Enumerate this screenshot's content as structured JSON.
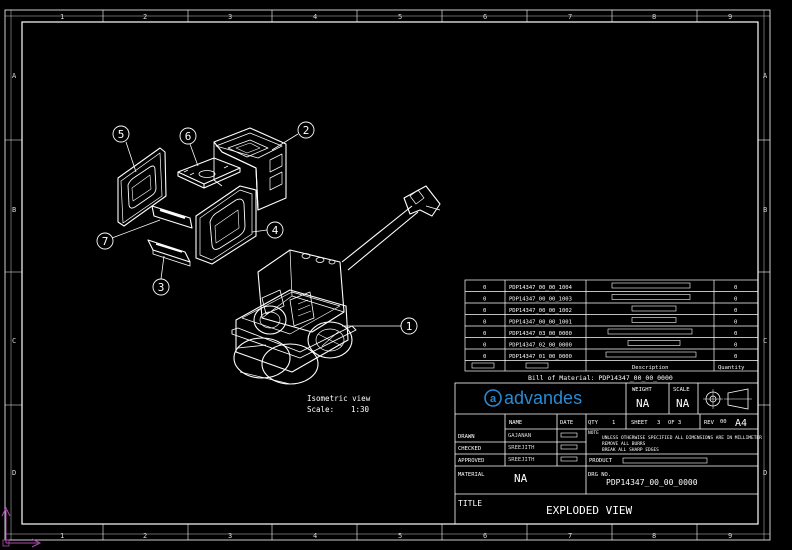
{
  "frame": {
    "col_labels_top": [
      "1",
      "2",
      "3",
      "4",
      "5",
      "6",
      "7",
      "8",
      "9"
    ],
    "col_labels_bottom": [
      "1",
      "2",
      "3",
      "4",
      "5",
      "6",
      "7",
      "8",
      "9"
    ],
    "row_labels_left": [
      "A",
      "B",
      "C",
      "D"
    ],
    "row_labels_right": [
      "A",
      "B",
      "C",
      "D"
    ]
  },
  "balloons": [
    "1",
    "2",
    "3",
    "4",
    "5",
    "6",
    "7"
  ],
  "view": {
    "caption": "Isometric view",
    "scale_label": "Scale:",
    "scale_value": "1:30"
  },
  "bom": {
    "rows": [
      {
        "item": "0",
        "part": "PDP14347_00_00_1004",
        "qty": "0"
      },
      {
        "item": "0",
        "part": "PDP14347_00_00_1003",
        "qty": "0"
      },
      {
        "item": "0",
        "part": "PDP14347_00_00_1002",
        "qty": "0"
      },
      {
        "item": "0",
        "part": "PDP14347_00_00_1001",
        "qty": "0"
      },
      {
        "item": "0",
        "part": "PDP14347_03_00_0000",
        "qty": "0"
      },
      {
        "item": "0",
        "part": "PDP14347_02_00_0000",
        "qty": "0"
      },
      {
        "item": "0",
        "part": "PDP14347_01_00_0000",
        "qty": "0"
      }
    ],
    "header_description": "Description",
    "header_quantity": "Quantity",
    "caption": "Bill of Material: PDP14347_00_00_0000"
  },
  "title_block": {
    "company": "advandes",
    "weight_label": "WEIGHT",
    "weight_value": "NA",
    "scale_label": "SCALE",
    "scale_value": "NA",
    "name_label": "NAME",
    "date_label": "DATE",
    "qty_label": "QTY",
    "qty_value": "1",
    "sheet_label": "SHEET",
    "sheet_value": "3",
    "of_label": "OF 3",
    "rev_label": "REV",
    "rev_value": "00",
    "size_value": "A4",
    "drawn_label": "DRAWN",
    "drawn_name": "GAJANAN",
    "checked_label": "CHECKED",
    "checked_name": "SREEJITH",
    "approved_label": "APPROVED",
    "approved_name": "SREEJITH",
    "note_label": "NOTE",
    "note_line1": "UNLESS OTHERWISE SPECIFIED ALL DIMENSIONS ARE IN MILLIMETER",
    "note_line2": "REMOVE ALL BURRS",
    "note_line3": "BREAK ALL SHARP EDGES",
    "product_label": "PRODUCT",
    "material_label": "MATERIAL",
    "material_value": "NA",
    "drg_label": "DRG NO.",
    "drg_value": "PDP14347_00_00_0000",
    "title_label": "TITLE",
    "title_value": "EXPLODED VIEW"
  },
  "colors": {
    "background": "#000000",
    "lines": "#ffffff",
    "brand": "#2a8ad4",
    "ucs_icon": "#b04ab0"
  }
}
